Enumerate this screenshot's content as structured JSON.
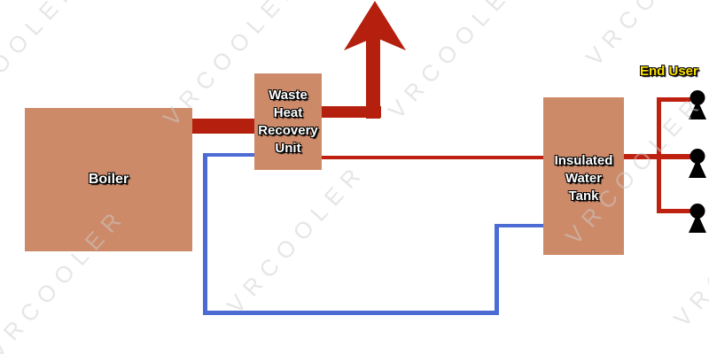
{
  "diagram": {
    "watermark": "VRCOOLER",
    "colors": {
      "box_fill": "#CD8A69",
      "pipe_hot": "#B41F0E",
      "pipe_hot_thin": "#BF2110",
      "pipe_cold": "#4C6CD4",
      "accent_yellow": "#FFE000",
      "icon_color": "#000000",
      "label_text": "#FFFFFF",
      "watermark_color": "rgba(205,205,205,0.5)"
    },
    "nodes": {
      "boiler": {
        "label": "Boiler"
      },
      "whru": {
        "lines": [
          "Waste",
          "Heat",
          "Recovery",
          "Unit"
        ]
      },
      "tank": {
        "lines": [
          "Insulated",
          "Water",
          "Tank"
        ]
      }
    },
    "end_user": {
      "label": "End User",
      "count": 3,
      "icon": "person-icon"
    },
    "pipes": {
      "hot_supply": [
        "boiler to waste heat recovery unit",
        "recovery unit to insulated water tank",
        "tank to end users manifold"
      ],
      "exhaust": "recovery unit to upward exhaust arrow",
      "cold_return": "recovery unit down and around to insulated water tank"
    }
  }
}
